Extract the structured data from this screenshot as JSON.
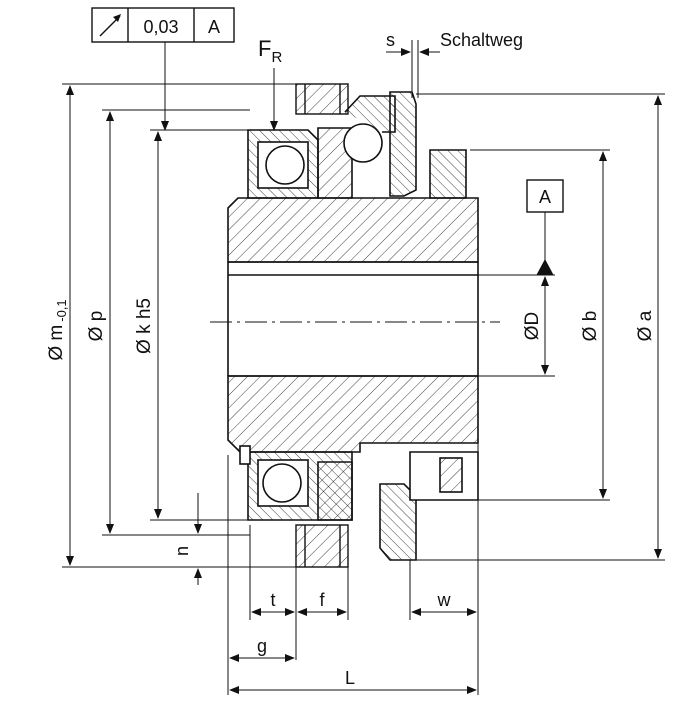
{
  "tolerance_frame": {
    "symbol": "circular-runout",
    "value": "0,03",
    "datum": "A"
  },
  "datum_label": "A",
  "labels": {
    "force_main": "F",
    "force_sub": "R",
    "s": "s",
    "schaltweg": "Schaltweg",
    "m_main": "Ø m",
    "m_tol": "-0,1",
    "p": "Ø p",
    "k": "Ø k h5",
    "D": "ØD",
    "b": "Ø b",
    "a": "Ø a",
    "n": "n",
    "t": "t",
    "f": "f",
    "w": "w",
    "g": "g",
    "L": "L"
  },
  "colors": {
    "line": "#111111",
    "background": "#ffffff"
  }
}
